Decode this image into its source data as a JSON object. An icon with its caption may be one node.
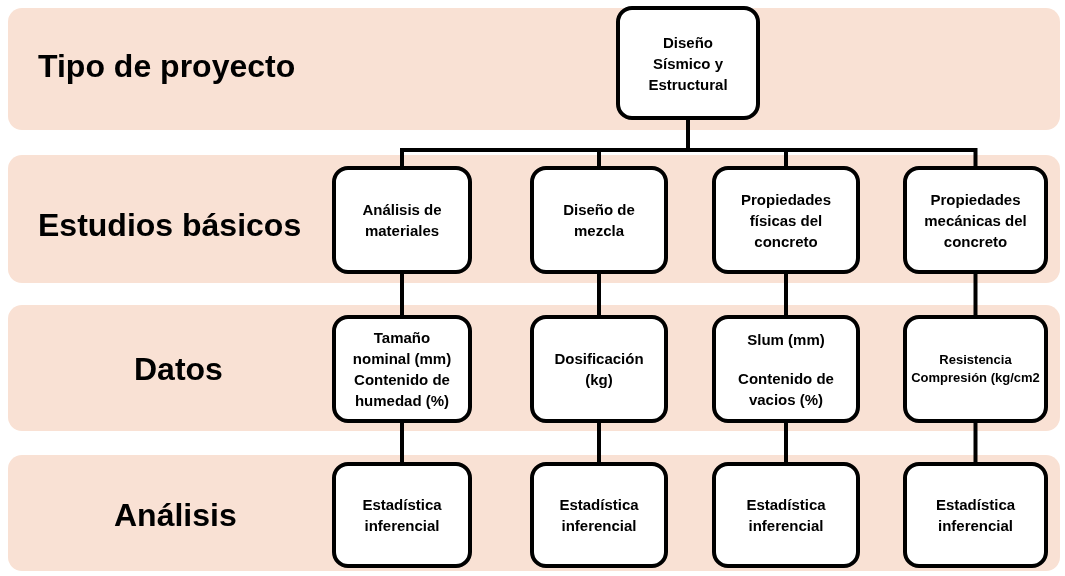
{
  "diagram": {
    "nodes": [
      {
        "text": [
          "Tipo de proyecto"
        ]
      },
      {
        "text": [
          "Diseño Sísmico y Estructural"
        ],
        "in": 0
      },
      {
        "text": [
          "Estudios básicos"
        ]
      },
      {
        "text": [
          "Análisis de materiales"
        ],
        "in": 2
      },
      {
        "text": [
          "Diseño de mezcla"
        ],
        "in": 2
      },
      {
        "text": [
          "Propiedades físicas del concreto"
        ],
        "in": 2
      },
      {
        "text": [
          "Propiedades mecánicas del concreto"
        ],
        "in": 2
      },
      {
        "text": [
          "Datos"
        ]
      },
      {
        "text": [
          "Tamaño nominal (mm)",
          "Contenido de humedad (%)"
        ],
        "in": 7
      },
      {
        "text": [
          "Dosificación (kg)"
        ],
        "in": 7
      },
      {
        "text": [
          "Slum (mm)",
          "Contenido de vacios (%)"
        ],
        "in": 7
      },
      {
        "text": [
          "Resistencia",
          "Compresión (kg/cm2"
        ],
        "in": 7
      },
      {
        "text": [
          "Análisis"
        ]
      },
      {
        "text": [
          "Estadística inferencial"
        ],
        "in": 12
      },
      {
        "text": [
          "Estadística inferencial"
        ],
        "in": 12
      },
      {
        "text": [
          "Estadística inferencial"
        ],
        "in": 12
      },
      {
        "text": [
          "Estadística inferencial"
        ],
        "in": 12
      }
    ],
    "edges": [
      {
        "from": 1,
        "to": 3,
        "arrow": "none"
      },
      {
        "from": 1,
        "to": 4,
        "arrow": "none"
      },
      {
        "from": 1,
        "to": 5,
        "arrow": "none"
      },
      {
        "from": 1,
        "to": 6,
        "arrow": "none"
      },
      {
        "from": 3,
        "to": 8,
        "arrow": "none"
      },
      {
        "from": 4,
        "to": 9,
        "arrow": "none"
      },
      {
        "from": 5,
        "to": 10,
        "arrow": "none"
      },
      {
        "from": 6,
        "to": 11,
        "arrow": "none"
      },
      {
        "from": 8,
        "to": 13,
        "arrow": "none"
      },
      {
        "from": 9,
        "to": 14,
        "arrow": "none"
      },
      {
        "from": 10,
        "to": 15,
        "arrow": "none"
      },
      {
        "from": 11,
        "to": 16,
        "arrow": "none"
      }
    ]
  }
}
